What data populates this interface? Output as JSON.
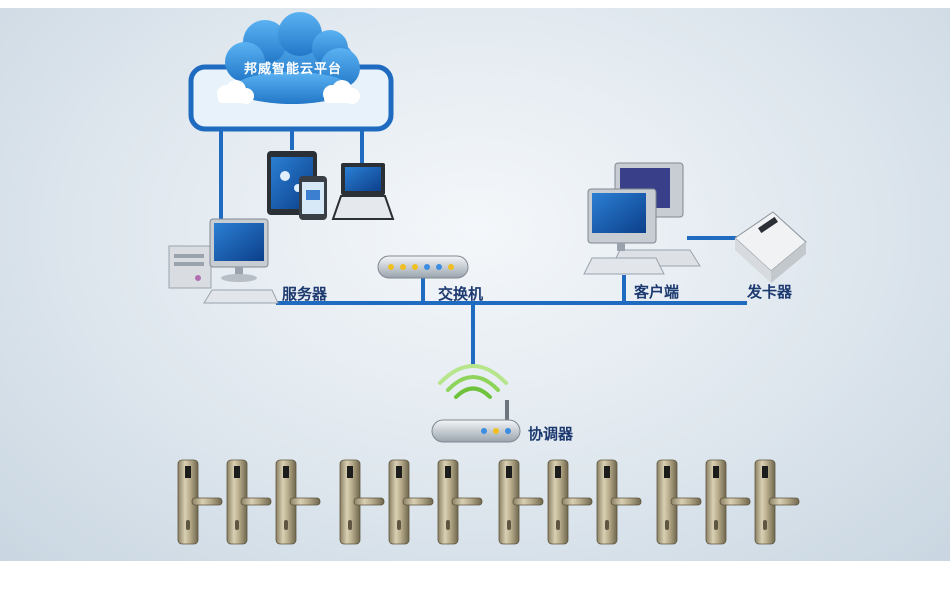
{
  "cloud": {
    "title": "邦威智能云平台"
  },
  "nodes": {
    "server": "服务器",
    "switch": "交换机",
    "client": "客户端",
    "card_issuer": "发卡器",
    "coordinator": "协调器"
  },
  "lock_count": 12,
  "colors": {
    "network_line": "#1e6bc0",
    "cloud": "#3e9be6",
    "label": "#1d3a70"
  }
}
